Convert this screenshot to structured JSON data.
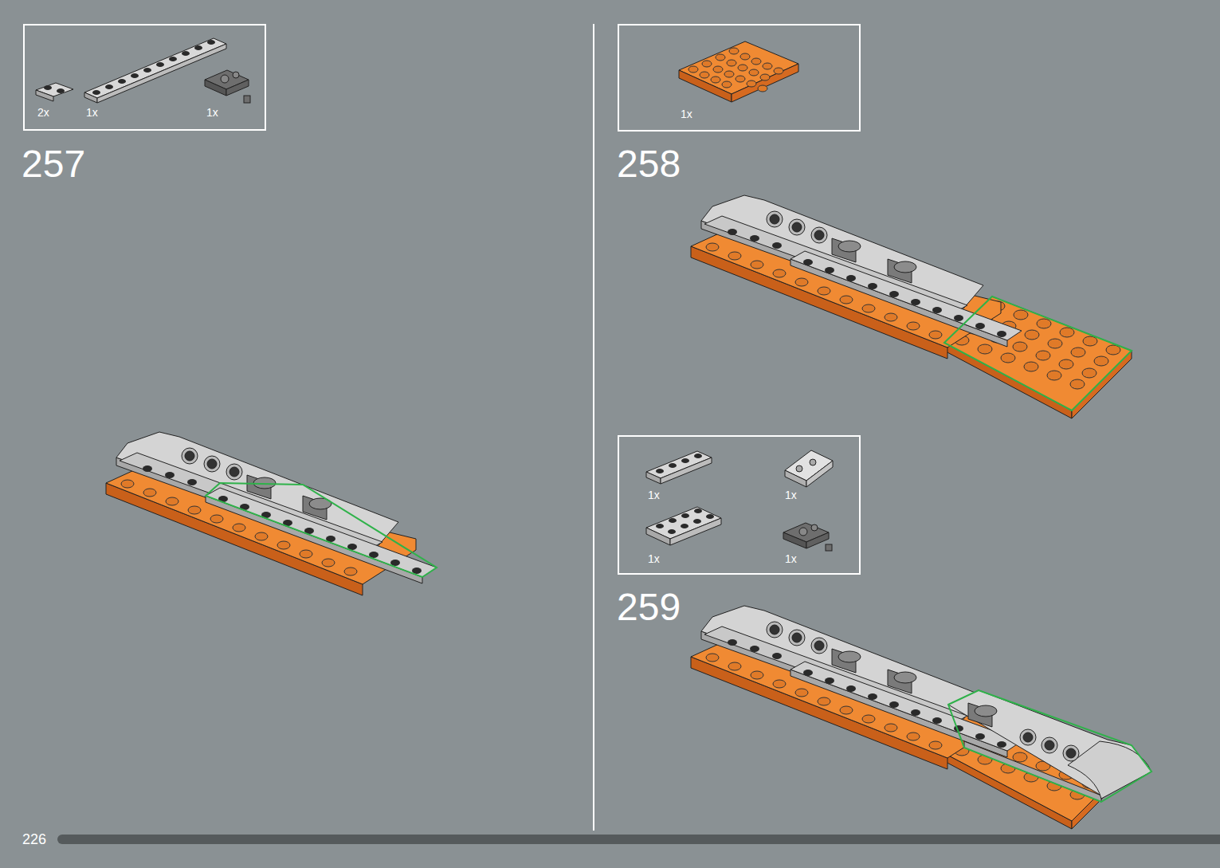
{
  "diagram": {
    "nodes": [
      {
        "text": [
          "2x",
          "1x",
          "1x"
        ]
      },
      {
        "text": [
          "1x"
        ]
      },
      {
        "text": [
          "1x",
          "1x",
          "1x",
          "1x"
        ]
      }
    ],
    "labels": [
      "257",
      "258",
      "259",
      "226"
    ]
  }
}
